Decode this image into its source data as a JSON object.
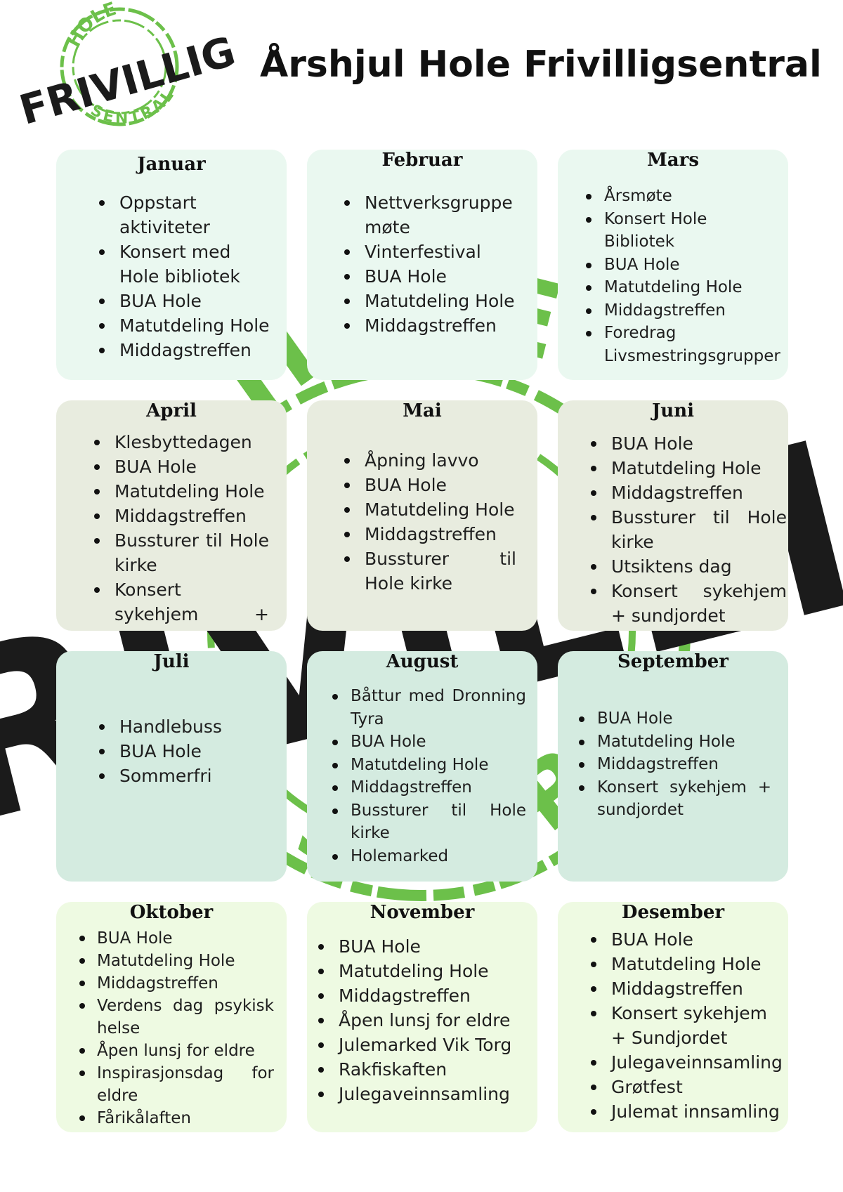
{
  "logo": {
    "text_top": "HOLE",
    "text_main": "FRIVILLIG",
    "text_bottom": "SENTRAL"
  },
  "title": "Årshjul Hole Frivilligsentral",
  "colors": {
    "row1": "#eaf8f0",
    "row2": "#e8ecdf",
    "row3": "#d4ebe0",
    "row4": "#eefae2",
    "logo_green": "#6cc04a",
    "logo_black": "#1b1b1b"
  },
  "months": [
    {
      "name": "Januar",
      "items": [
        "Oppstart aktiviteter",
        "Konsert med Hole bibliotek",
        "BUA Hole",
        "Matutdeling Hole",
        "Middagstreffen"
      ]
    },
    {
      "name": "Februar",
      "items": [
        "Nettverksgruppe møte",
        "Vinterfestival",
        "BUA Hole",
        "Matutdeling Hole",
        "Middagstreffen"
      ]
    },
    {
      "name": "Mars",
      "items": [
        "Årsmøte",
        "Konsert Hole Bibliotek",
        "BUA Hole",
        "Matutdeling Hole",
        "Middagstreffen",
        "Foredrag Livsmestringsgrupper"
      ]
    },
    {
      "name": "April",
      "items": [
        "Klesbyttedagen",
        "BUA Hole",
        "Matutdeling Hole",
        "Middagstreffen",
        "Bussturer til Hole kirke",
        "Konsert sykehjem + sundjordet"
      ]
    },
    {
      "name": "Mai",
      "items": [
        "Åpning lavvo",
        "BUA Hole",
        "Matutdeling Hole",
        "Middagstreffen",
        "Bussturer til Hole kirke"
      ]
    },
    {
      "name": "Juni",
      "items": [
        "BUA Hole",
        "Matutdeling Hole",
        "Middagstreffen",
        "Bussturer til Hole kirke",
        "Utsiktens dag",
        "Konsert sykehjem + sundjordet"
      ]
    },
    {
      "name": "Juli",
      "items": [
        "Handlebuss",
        "BUA Hole",
        "Sommerfri"
      ]
    },
    {
      "name": "August",
      "items": [
        "Båttur med Dronning Tyra",
        "BUA Hole",
        "Matutdeling Hole",
        "Middagstreffen",
        "Bussturer til Hole kirke",
        "Holemarked"
      ]
    },
    {
      "name": "September",
      "items": [
        "BUA Hole",
        "Matutdeling Hole",
        "Middagstreffen",
        "Konsert sykehjem + sundjordet"
      ]
    },
    {
      "name": "Oktober",
      "items": [
        "BUA Hole",
        "Matutdeling Hole",
        "Middagstreffen",
        "Verdens dag psykisk helse",
        "Åpen lunsj for eldre",
        "Inspirasjonsdag for eldre",
        "Fårikålaften"
      ]
    },
    {
      "name": "November",
      "items": [
        "BUA Hole",
        "Matutdeling Hole",
        "Middagstreffen",
        "Åpen lunsj for eldre",
        "Julemarked Vik Torg",
        "Rakfiskaften",
        "Julegaveinnsamling"
      ]
    },
    {
      "name": "Desember",
      "items": [
        "BUA Hole",
        "Matutdeling Hole",
        "Middagstreffen",
        "Konsert sykehjem + Sundjordet",
        "Julegaveinnsamling",
        "Grøtfest",
        "Julemat innsamling"
      ]
    }
  ]
}
